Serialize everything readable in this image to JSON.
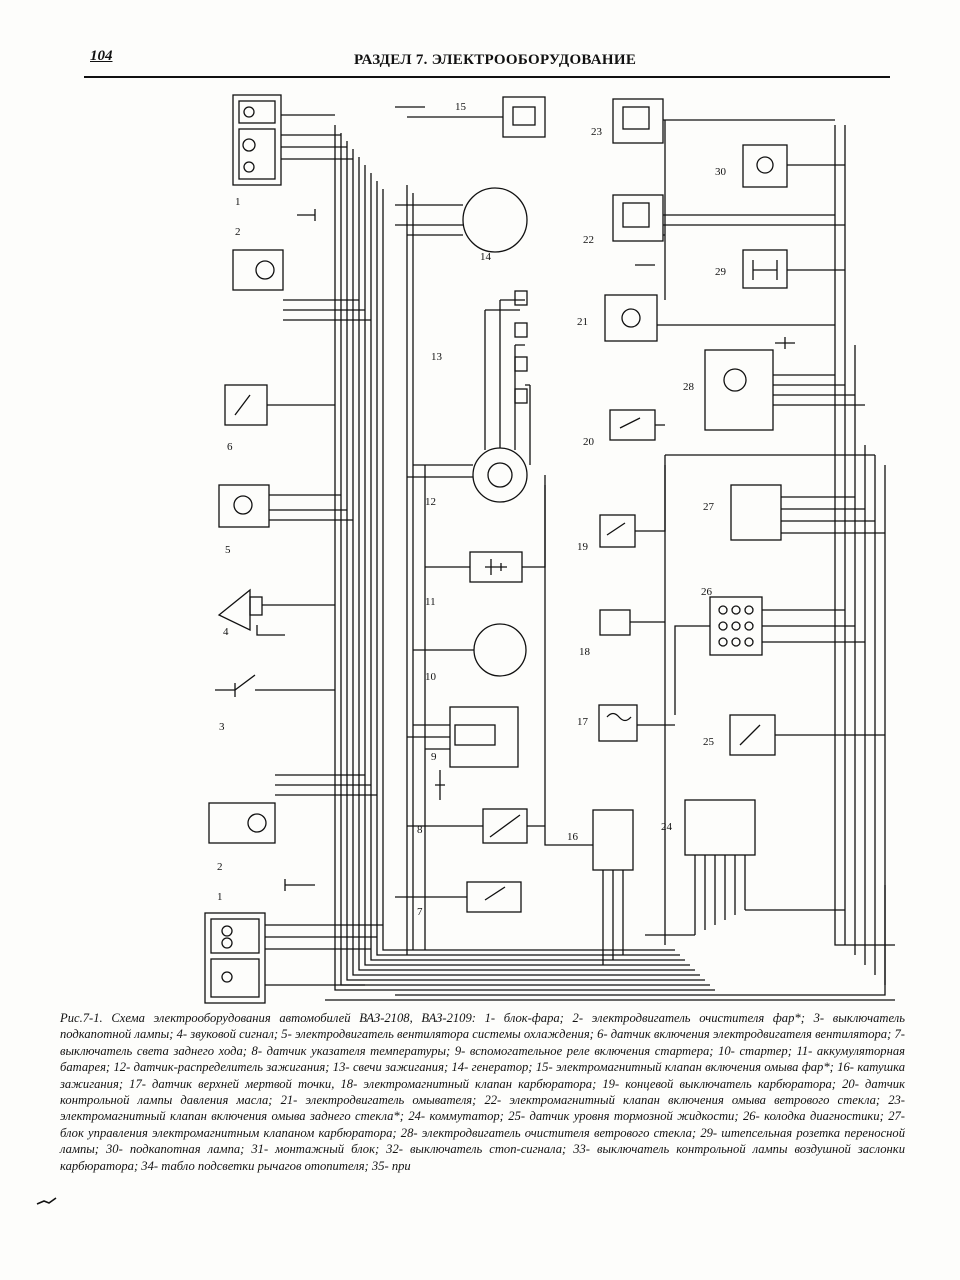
{
  "header": {
    "page_number": "104",
    "section_title": "РАЗДЕЛ 7. ЭЛЕКТРООБОРУДОВАНИЕ"
  },
  "figure": {
    "caption_label": "Рис.7-1.",
    "caption_text": " Схема электрооборудования автомобилей ВАЗ-2108, ВАЗ-2109: 1- блок-фара; 2- электродвигатель очистителя фар*; 3- выключатель подкапотной лампы; 4- звуковой сигнал; 5- электродвигатель вентилятора системы охлаждения; 6- датчик включения электродвигателя вентилятора; 7- выключатель света заднего хода; 8- датчик указателя температуры; 9- вспомогательное реле включения стартера; 10- стартер; 11- аккумуляторная батарея; 12- датчик-распределитель зажигания; 13- свечи зажигания; 14- генератор; 15- электромагнитный клапан включения омыва фар*; 16- катушка зажигания; 17- датчик верхней мертвой точки, 18- электромагнитный клапан карбюратора; 19- концевой выключатель карбюратора; 20- датчик контрольной лампы давления масла; 21- электродвигатель омывателя; 22- электромагнитный клапан включения омыва ветрового стекла; 23- электромагнитный клапан включения омыва заднего стекла*; 24- коммутатор; 25- датчик уровня тормозной жидкости; 26- колодка диагностики; 27- блок управления электромагнитным клапаном карбюратора; 28- электродвигатель очистителя ветрового стекла; 29- штепсельная розетка переносной лампы; 30- подкапотная лампа; 31- монтажный блок; 32- выключатель стоп-сигнала; 33- выключатель контрольной лампы воздушной заслонки карбюратора; 34- табло подсветки рычагов отопителя; 35- при",
    "component_numbers": {
      "c1_top": "1",
      "c2_top": "2",
      "c6": "6",
      "c5": "5",
      "c4": "4",
      "c3": "3",
      "c2_bottom": "2",
      "c1_bottom": "1",
      "c15": "15",
      "c14": "14",
      "c13": "13",
      "c12": "12",
      "c11": "11",
      "c10": "10",
      "c9": "9",
      "c8": "8",
      "c7": "7",
      "c16": "16",
      "c23": "23",
      "c30": "30",
      "c22": "22",
      "c29": "29",
      "c21": "21",
      "c28": "28",
      "c20": "20",
      "c19": "19",
      "c27": "27",
      "c18": "18",
      "c26": "26",
      "c17": "17",
      "c25": "25",
      "c24": "24"
    }
  }
}
